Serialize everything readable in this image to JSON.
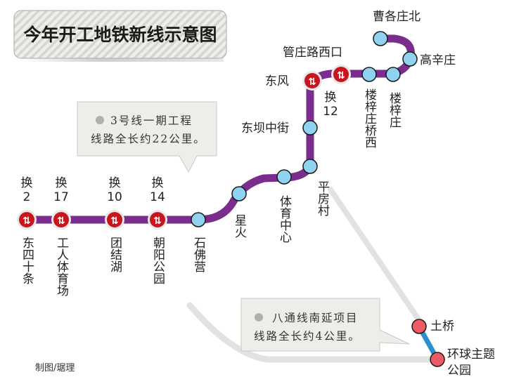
{
  "title": "今年开工地铁新线示意图",
  "credit": "制图/琚理",
  "colors": {
    "line3": "#7b2d8e",
    "station": "#8fd3f0",
    "transfer": "#c8161e",
    "batong": "#2e8fd0",
    "batong_station": "#ec5b63"
  },
  "callouts": [
    {
      "line1": "3号线一期工程",
      "line2": "线路全长约22公里。"
    },
    {
      "line1": "八通线南延项目",
      "line2": "线路全长约4公里。"
    }
  ],
  "line3_stations": [
    {
      "name": "东四十条",
      "transfer": "换",
      "transfer_line": "2"
    },
    {
      "name": "工人体育场",
      "transfer": "换",
      "transfer_line": "17"
    },
    {
      "name": "团结湖",
      "transfer": "换",
      "transfer_line": "10"
    },
    {
      "name": "朝阳公园",
      "transfer": "换",
      "transfer_line": "14"
    },
    {
      "name": "石佛营"
    },
    {
      "name": "星火"
    },
    {
      "name": "体育中心"
    },
    {
      "name": "平房村"
    },
    {
      "name": "东坝中街"
    },
    {
      "name": "东风"
    },
    {
      "name": "管庄路西口",
      "transfer": "换",
      "transfer_line": "12"
    },
    {
      "name": "楼梓庄桥西"
    },
    {
      "name": "楼梓庄"
    },
    {
      "name": "高辛庄"
    },
    {
      "name": "曹各庄北"
    }
  ],
  "batong_stations": [
    {
      "name": "土桥"
    },
    {
      "name": "环球主题",
      "name2": "公园"
    }
  ]
}
